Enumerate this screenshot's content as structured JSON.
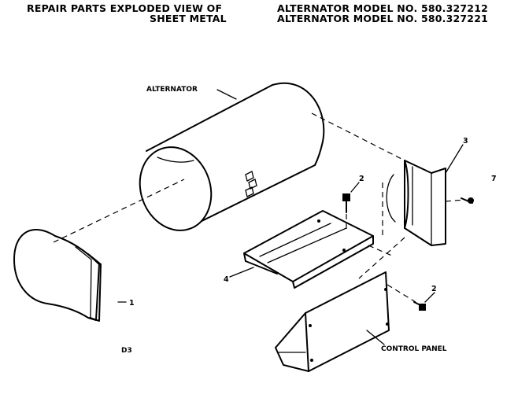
{
  "header": {
    "left_line1": "REPAIR PARTS   EXPLODED VIEW OF",
    "left_line2": "SHEET METAL",
    "model_line1": "ALTERNATOR MODEL NO. 580.327212",
    "model_line2": "ALTERNATOR MODEL NO. 580.327221"
  },
  "callouts": {
    "alternator": "ALTERNATOR",
    "control_panel": "CONTROL PANEL",
    "part_1": "1",
    "part_2a": "2",
    "part_2b": "2",
    "part_3": "3",
    "part_4": "4",
    "part_7": "7"
  },
  "diagram_code": "D3"
}
